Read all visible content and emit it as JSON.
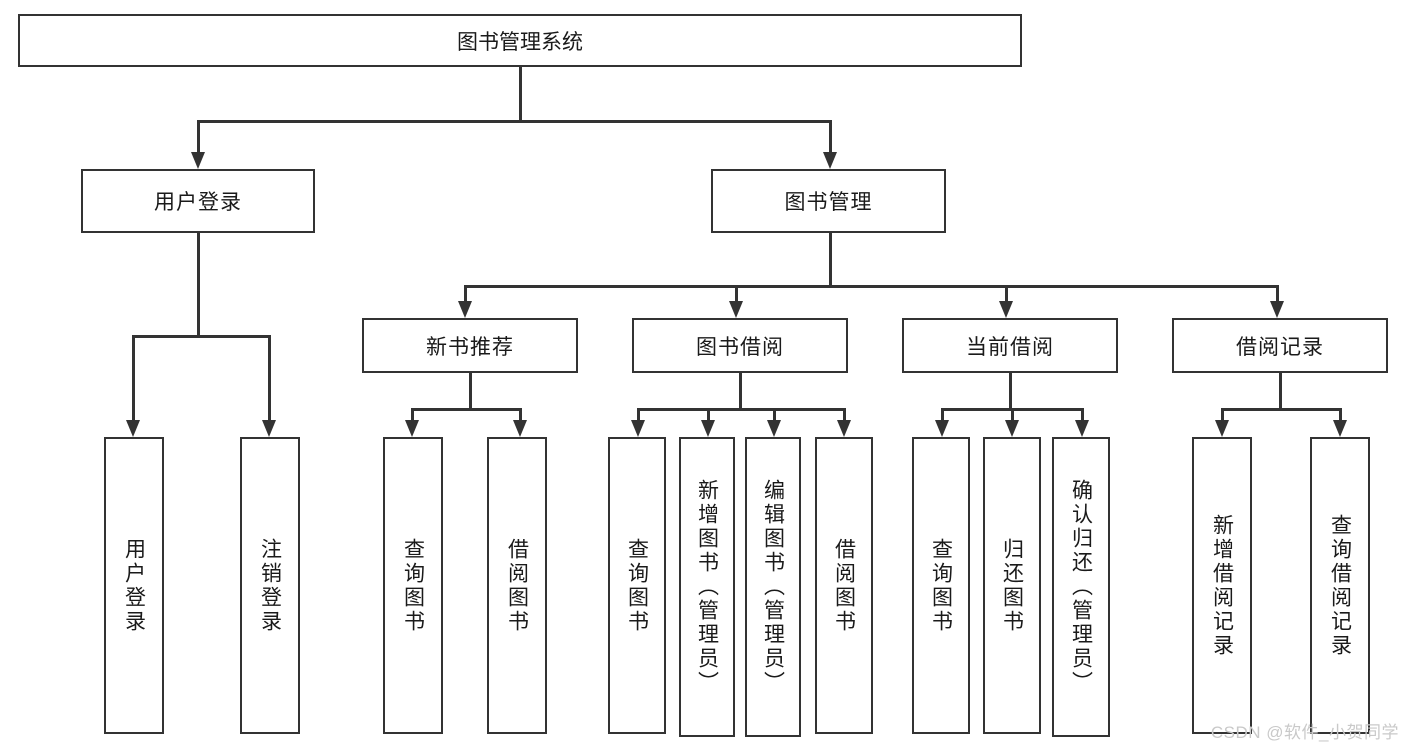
{
  "diagram": {
    "title": "图书管理系统",
    "type": "hierarchy-tree",
    "root": {
      "label": "图书管理系统"
    },
    "level2": [
      {
        "label": "用户登录"
      },
      {
        "label": "图书管理"
      }
    ],
    "level3": [
      {
        "label": "新书推荐"
      },
      {
        "label": "图书借阅"
      },
      {
        "label": "当前借阅"
      },
      {
        "label": "借阅记录"
      }
    ],
    "leaves": {
      "user_login": [
        {
          "label": "用户登录"
        },
        {
          "label": "注销登录"
        }
      ],
      "new_book_recommend": [
        {
          "label": "查询图书"
        },
        {
          "label": "借阅图书"
        }
      ],
      "book_borrow": [
        {
          "label": "查询图书"
        },
        {
          "label": "新增图书（管理员）"
        },
        {
          "label": "编辑图书（管理员）"
        },
        {
          "label": "借阅图书"
        }
      ],
      "current_borrow": [
        {
          "label": "查询图书"
        },
        {
          "label": "归还图书"
        },
        {
          "label": "确认归还（管理员）"
        }
      ],
      "borrow_record": [
        {
          "label": "新增借阅记录"
        },
        {
          "label": "查询借阅记录"
        }
      ]
    }
  },
  "watermark": {
    "text": "CSDN @软件_小贺同学"
  }
}
